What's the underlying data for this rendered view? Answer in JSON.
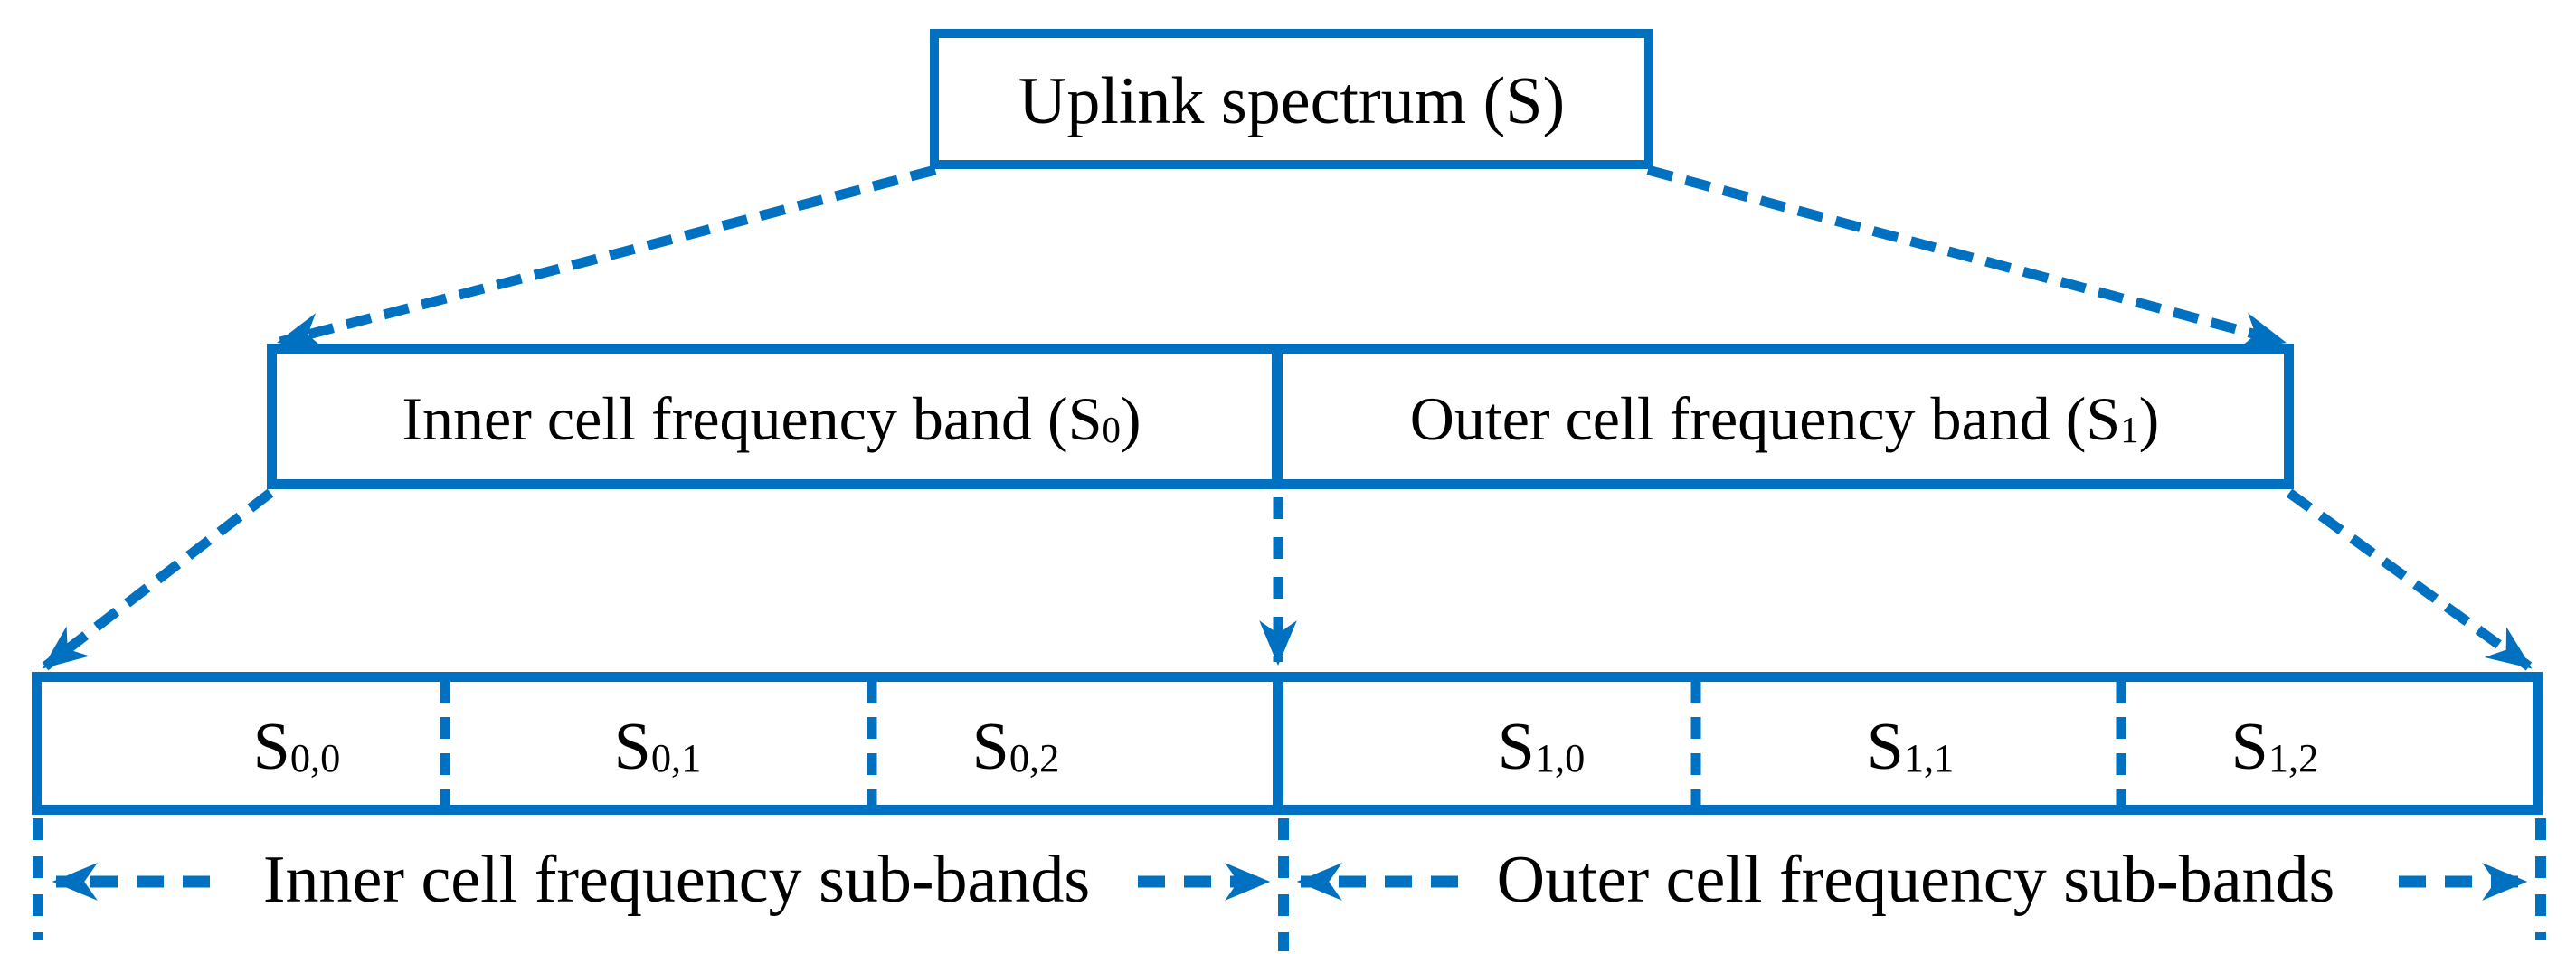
{
  "figure": {
    "accent_color": "#0070C0",
    "text_color": "#000000",
    "background_color": "#FFFFFF",
    "root_box": {
      "label": "Uplink spectrum (S)"
    },
    "band_boxes": [
      {
        "prefix": "Inner cell frequency band (S",
        "subscript": "0",
        "suffix": ")"
      },
      {
        "prefix": "Outer cell frequency band (S",
        "subscript": "1",
        "suffix": ")"
      }
    ],
    "sub_band_cells": [
      {
        "base": "S",
        "subscript": "0,0"
      },
      {
        "base": "S",
        "subscript": "0,1"
      },
      {
        "base": "S",
        "subscript": "0,2"
      },
      {
        "base": "S",
        "subscript": "1,0"
      },
      {
        "base": "S",
        "subscript": "1,1"
      },
      {
        "base": "S",
        "subscript": "1,2"
      }
    ],
    "captions": [
      {
        "label": "Inner cell frequency sub-bands"
      },
      {
        "label": "Outer cell frequency sub-bands"
      }
    ]
  }
}
